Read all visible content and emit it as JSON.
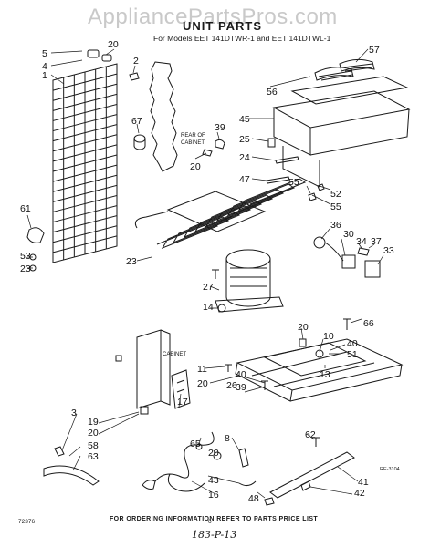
{
  "header": {
    "watermark": "AppliancePartsPros.com",
    "title": "UNIT PARTS",
    "subtitle": "For Models EET 141DTWR-1 and EET 141DTWL-1"
  },
  "annotations": {
    "rear_of_cabinet": [
      "REAR OF",
      "CABINET"
    ],
    "cabinet": "CABINET"
  },
  "callouts": [
    "5",
    "4",
    "1",
    "20",
    "2",
    "57",
    "56",
    "67",
    "39",
    "20",
    "45",
    "25",
    "24",
    "47",
    "55",
    "52",
    "55",
    "61",
    "53",
    "23",
    "23",
    "36",
    "30",
    "34",
    "37",
    "33",
    "27",
    "14",
    "66",
    "20",
    "10",
    "40",
    "51",
    "13",
    "11",
    "20",
    "26",
    "40",
    "39",
    "17",
    "3",
    "19",
    "20",
    "58",
    "63",
    "65",
    "20",
    "8",
    "62",
    "43",
    "16",
    "48",
    "41",
    "42"
  ],
  "footer": {
    "ordering": "FOR ORDERING INFORMATION REFER TO PARTS PRICE LIST",
    "code": "72376",
    "page": "6",
    "handwritten": "183-P-13",
    "ref_code": "RE-3104"
  }
}
